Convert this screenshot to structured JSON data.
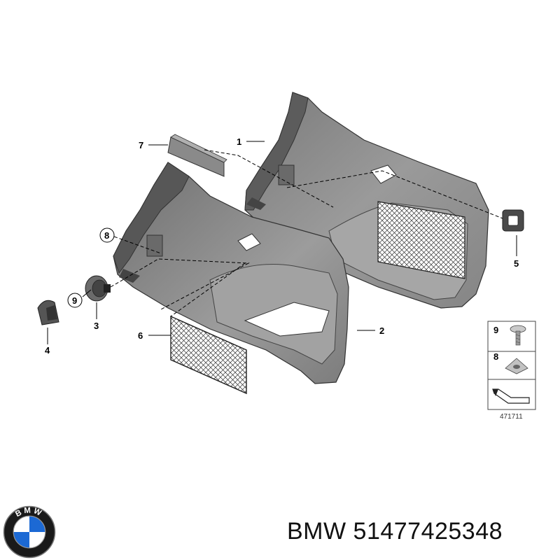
{
  "diagram": {
    "callouts": {
      "c1": "1",
      "c2": "2",
      "c3": "3",
      "c4": "4",
      "c5": "5",
      "c6": "6",
      "c7": "7",
      "c8": "8",
      "c9": "9"
    },
    "legend": {
      "row1_number": "9",
      "row2_number": "8",
      "reference_code": "471711"
    }
  },
  "brand": {
    "logo_letters": "BMW"
  },
  "caption": {
    "text": "BMW 51477425348"
  },
  "colors": {
    "panel_fill": "#8c8c8c",
    "panel_dark": "#5e5e5e",
    "panel_light": "#b4b4b4",
    "logo_blue": "#1c69d4"
  }
}
